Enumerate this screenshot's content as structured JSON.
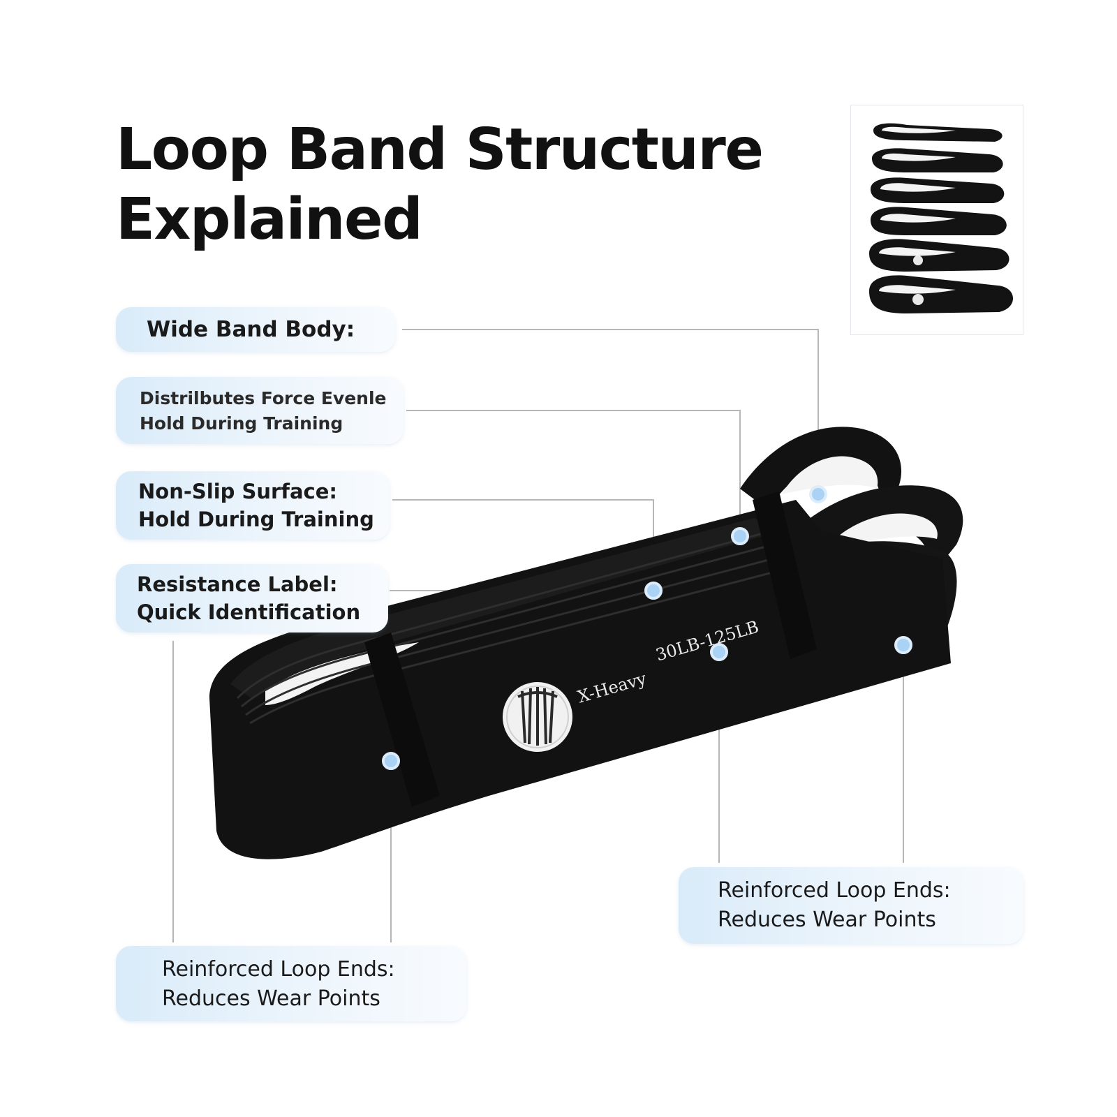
{
  "title": {
    "line1": "Loop Band Structure",
    "line2": "Explained"
  },
  "callouts": [
    {
      "lines": [
        "Wide Band Body:"
      ]
    },
    {
      "lines": [
        "Distrilbutes Force Evenle",
        "Hold During Training"
      ]
    },
    {
      "lines": [
        "Non-Slip Surface:",
        "Hold During Training"
      ]
    },
    {
      "lines": [
        "Resistance Label:",
        "Quick Identification"
      ]
    },
    {
      "lines": [
        "Reinforced Loop Ends:",
        "Reduces Wear Points"
      ]
    },
    {
      "lines": [
        "Reinforced Loop Ends:",
        "Reduces Wear Points"
      ]
    }
  ],
  "band": {
    "level_text": "X-Heavy",
    "range_text": "30LB-125LB",
    "logo_icon": "band-logo-icon"
  },
  "colors": {
    "band": "#111111",
    "callout_bg": "#dcecf9",
    "leader_line": "#b5b5b5",
    "marker_dot": "#a9d1f4"
  }
}
